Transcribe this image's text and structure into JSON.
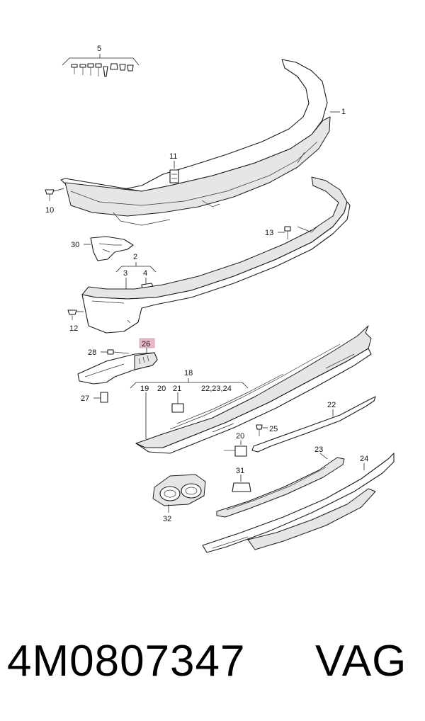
{
  "diagram": {
    "callouts": {
      "c1": "1",
      "c2": "2",
      "c3": "3",
      "c4": "4",
      "c5": "5",
      "c10": "10",
      "c11": "11",
      "c12": "12",
      "c13": "13",
      "c18": "18",
      "c19": "19",
      "c20a": "20",
      "c20b": "20",
      "c21": "21",
      "c222324": "22,23,24",
      "c22": "22",
      "c23": "23",
      "c24": "24",
      "c25": "25",
      "c26": "26",
      "c27": "27",
      "c28": "28",
      "c30": "30",
      "c31": "31",
      "c32": "32"
    },
    "highlight_color": "#e8b7c4",
    "line_color": "#1a1a1a"
  },
  "footer": {
    "part_number": "4M0807347",
    "brand": "VAG"
  }
}
